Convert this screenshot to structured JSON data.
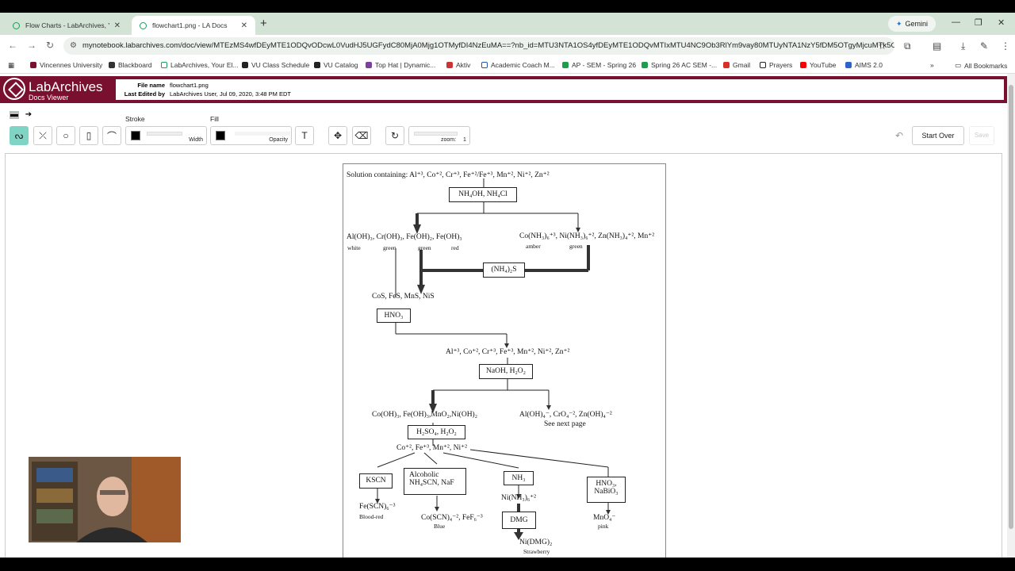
{
  "browser": {
    "tabs": [
      {
        "title": "Flow Charts - LabArchives, Your"
      },
      {
        "title": "flowchart1.png - LA Docs"
      }
    ],
    "gemini_label": "Gemini",
    "url": "mynotebook.labarchives.com/doc/view/MTEzMS4wfDEyMTE1ODQvODcwL0VudHJ5UGFydC80MjA0Mjg1OTMyfDI4NzEuMA==?nb_id=MTU3NTA1OS4yfDEyMTE1ODQvMTIxMTU4NC9Ob3RlYm9vay80MTUyNTA1NzY5fDM5OTgyMjcuMTk5OT...",
    "bookmarks": [
      "Vincennes University",
      "Blackboard",
      "LabArchives, Your El...",
      "VU Class Schedule",
      "VU Catalog",
      "Top Hat | Dynamic...",
      "Aktiv",
      "Academic Coach M...",
      "AP - SEM - Spring 26",
      "Spring 26 AC SEM -...",
      "Gmail",
      "Prayers",
      "YouTube",
      "AIMS 2.0"
    ],
    "all_bookmarks": "All Bookmarks"
  },
  "app": {
    "brand": "LabArchives",
    "brand_sub": "Docs Viewer",
    "file_name_label": "File name",
    "file_name": "flowchart1.png",
    "last_edited_label": "Last Edited by",
    "last_edited": "LabArchives User, Jul 09, 2020, 3:48 PM EDT"
  },
  "toolbar": {
    "stroke_label": "Stroke",
    "fill_label": "Fill",
    "width_label": "Width",
    "opacity_label": "Opacity",
    "zoom_label": "zoom:",
    "zoom_value": "1",
    "start_over": "Start Over",
    "save": "Save"
  },
  "flowchart": {
    "header": "Solution containing: Al⁺³, Co⁺², Cr⁺³, Fe⁺²/Fe⁺³, Mn⁺², Ni⁺², Zn⁺²",
    "reagent1": "NH₄OH, NH₄Cl",
    "left_ppt": "Al(OH)₃, Cr(OH)₃, Fe(OH)₂, Fe(OH)₃",
    "left_colors": [
      "white",
      "green",
      "green",
      "red"
    ],
    "right_sol": "Co(NH₃)₆⁺³, Ni(NH₃)₆⁺², Zn(NH₃)₄⁺², Mn⁺²",
    "right_colors": [
      "amber",
      "green"
    ],
    "reagent2": "(NH₄)₂S",
    "sulfides": "CoS, FeS, MnS, NiS",
    "reagent3": "HNO₃",
    "combined": "Al⁺³, Co⁺², Cr⁺³, Fe⁺³, Mn⁺², Ni⁺², Zn⁺²",
    "reagent4": "NaOH, H₂O₂",
    "hydroxides": "Co(OH)₃, Fe(OH)₃,MnO₂,Ni(OH)₂",
    "amphoteric": "Al(OH)₄⁻, CrO₄⁻², Zn(OH)₄⁻²",
    "see_next": "See next page",
    "reagent5": "H₂SO₄, H₂O₂",
    "ions": "Co⁺², Fe⁺³, Mn⁺², Ni⁺²",
    "kscn": "KSCN",
    "alcoholic_1": "Alcoholic",
    "alcoholic_2": "NH₄SCN, NaF",
    "nh3": "NH₃",
    "hno3_1": "HNO₃,",
    "hno3_2": "NaBiO₃",
    "fescn": "Fe(SCN)₆⁻³",
    "fescn_color": "Blood-red",
    "coscn": "Co(SCN)₄⁻², FeF₆⁻³",
    "coscn_color": "Blue",
    "ninh3": "Ni(NH₃)₆⁺²",
    "dmg": "DMG",
    "nidmg": "Ni(DMG)₂",
    "nidmg_color": "Strawberry",
    "mno4": "MnO₄⁻",
    "mno4_color": "pink"
  }
}
